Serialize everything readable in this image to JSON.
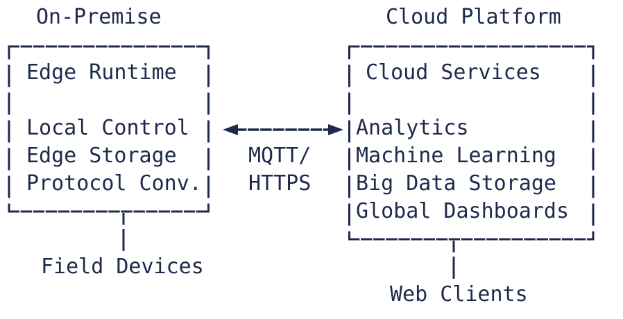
{
  "colors": {
    "ink": "#1e2a4b",
    "background": "#ffffff"
  },
  "on_premise": {
    "title": "On-Premise",
    "header": "Edge Runtime",
    "items": [
      "Local Control",
      "Edge Storage",
      "Protocol Conv."
    ],
    "footer": "Field Devices"
  },
  "cloud": {
    "title": "Cloud Platform",
    "header": "Cloud Services",
    "items": [
      "Analytics",
      "Machine Learning",
      "Big Data Storage",
      "Global Dashboards"
    ],
    "footer": "Web Clients"
  },
  "link": {
    "protocol_line1": "MQTT/",
    "protocol_line2": "HTTPS"
  }
}
